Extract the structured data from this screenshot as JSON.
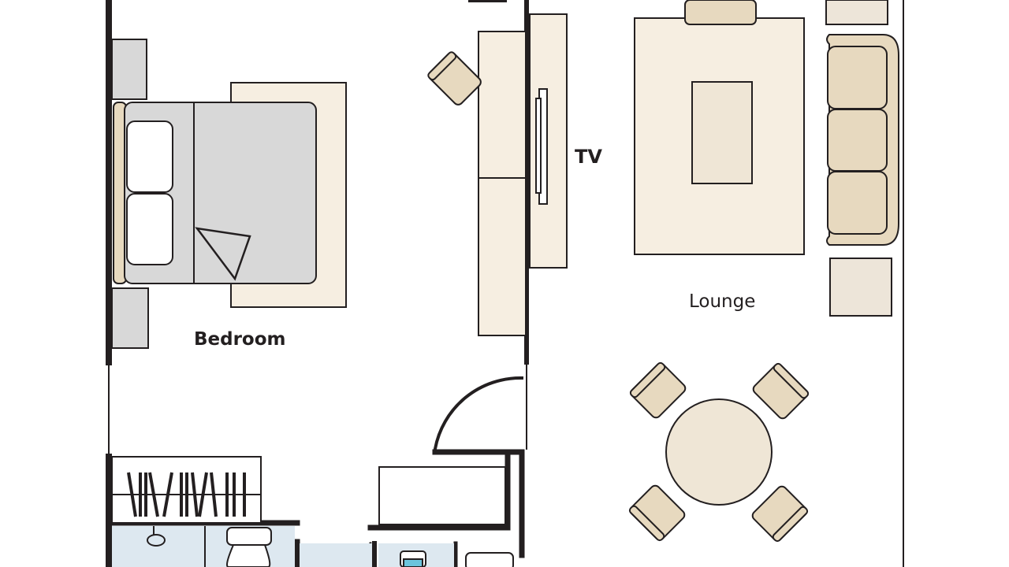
{
  "labels": {
    "tv": "TV",
    "bedroom": "Bedroom",
    "lounge": "Lounge"
  },
  "colors": {
    "wall": "#231f20",
    "beige": "#f6eee1",
    "chair": "#e7d9bf",
    "grey": "#d8d8d8",
    "bath": "#dde8f0",
    "water": "#6cc4dc"
  }
}
